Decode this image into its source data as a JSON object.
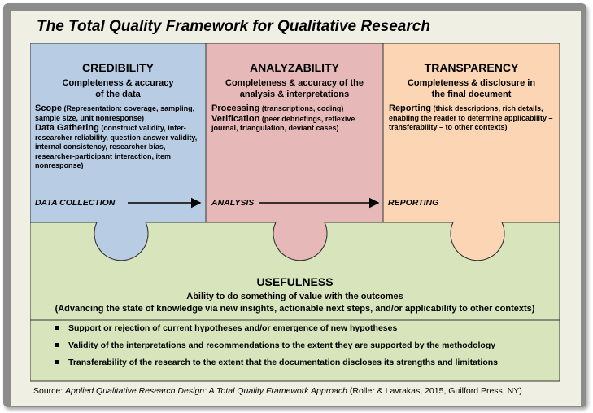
{
  "title": "The Total Quality Framework for Qualitative Research",
  "colors": {
    "credibility": "#b8cce4",
    "analyzability": "#e6b9b8",
    "transparency": "#fcd5b4",
    "usefulness": "#d7e4bc",
    "frame": "#8c8c8c"
  },
  "columns": {
    "credibility": {
      "heading": "CREDIBILITY",
      "subtitle": "Completeness & accuracy of the data",
      "item1_term": "Scope",
      "item1_detail": "(Representation: coverage, sampling, sample size, unit nonresponse)",
      "item2_term": "Data Gathering",
      "item2_detail": "(construct validity, inter-researcher reliability, question-answer validity, internal consistency, researcher bias, researcher-participant interaction, item nonresponse)",
      "flow_label": "DATA COLLECTION"
    },
    "analyzability": {
      "heading": "ANALYZABILITY",
      "subtitle": "Completeness & accuracy of the analysis & interpretations",
      "item1_term": "Processing",
      "item1_detail": "(transcriptions, coding)",
      "item2_term": "Verification",
      "item2_detail": "(peer debriefings, reflexive journal, triangulation, deviant cases)",
      "flow_label": "ANALYSIS"
    },
    "transparency": {
      "heading": "TRANSPARENCY",
      "subtitle": "Completeness & disclosure in the final document",
      "item1_term": "Reporting",
      "item1_detail": "(thick descriptions, rich details, enabling the reader to determine applicability – transferability – to other contexts)",
      "flow_label": "REPORTING"
    }
  },
  "usefulness": {
    "heading": "USEFULNESS",
    "subtitle": "Ability to do something of value with the outcomes",
    "subtitle2": "(Advancing the state of knowledge via new insights, actionable next steps, and/or applicability to other contexts)",
    "bullets": [
      "Support or rejection of current hypotheses and/or emergence of new hypotheses",
      "Validity of the interpretations and recommendations to the extent they are supported by the methodology",
      "Transferability of the research to the extent that the documentation discloses its strengths and limitations"
    ]
  },
  "source": {
    "prefix": "Source: ",
    "book": "Applied Qualitative Research Design: A Total Quality Framework Approach",
    "suffix": " (Roller & Lavrakas, 2015, Guilford Press, NY)"
  }
}
